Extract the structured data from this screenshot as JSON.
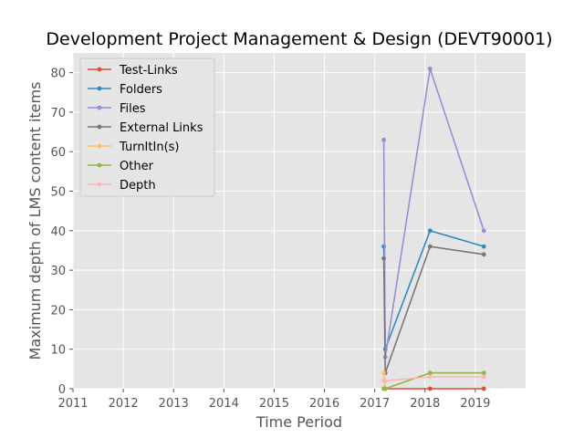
{
  "chart_data": {
    "type": "line",
    "title": "Development Project Management & Design (DEVT90001)",
    "xlabel": "Time Period",
    "ylabel": "Maximum depth of LMS content items",
    "xlim": [
      2011,
      2020
    ],
    "ylim": [
      0,
      85
    ],
    "xticks": [
      "2011",
      "2012",
      "2013",
      "2014",
      "2015",
      "2016",
      "2017",
      "2018",
      "2019"
    ],
    "yticks": [
      "0",
      "10",
      "20",
      "30",
      "40",
      "50",
      "60",
      "70",
      "80"
    ],
    "grid": true,
    "legend_position": "top-left",
    "x": [
      2017.18,
      2017.21,
      2018.1,
      2019.17
    ],
    "series": [
      {
        "name": "Test-Links",
        "color": "#E24A33",
        "values": [
          0,
          0,
          0,
          0
        ]
      },
      {
        "name": "Folders",
        "color": "#348ABD",
        "values": [
          36,
          10,
          40,
          36
        ]
      },
      {
        "name": "Files",
        "color": "#988ED5",
        "values": [
          63,
          8,
          81,
          40
        ]
      },
      {
        "name": "External Links",
        "color": "#777777",
        "values": [
          33,
          4,
          36,
          34
        ]
      },
      {
        "name": "TurnItIn(s)",
        "color": "#FBC15E",
        "values": [
          4,
          0,
          4,
          4
        ]
      },
      {
        "name": "Other",
        "color": "#8EBA42",
        "values": [
          0,
          0,
          4,
          4
        ]
      },
      {
        "name": "Depth",
        "color": "#FFB5B8",
        "values": [
          2,
          2,
          3,
          3
        ]
      }
    ]
  }
}
